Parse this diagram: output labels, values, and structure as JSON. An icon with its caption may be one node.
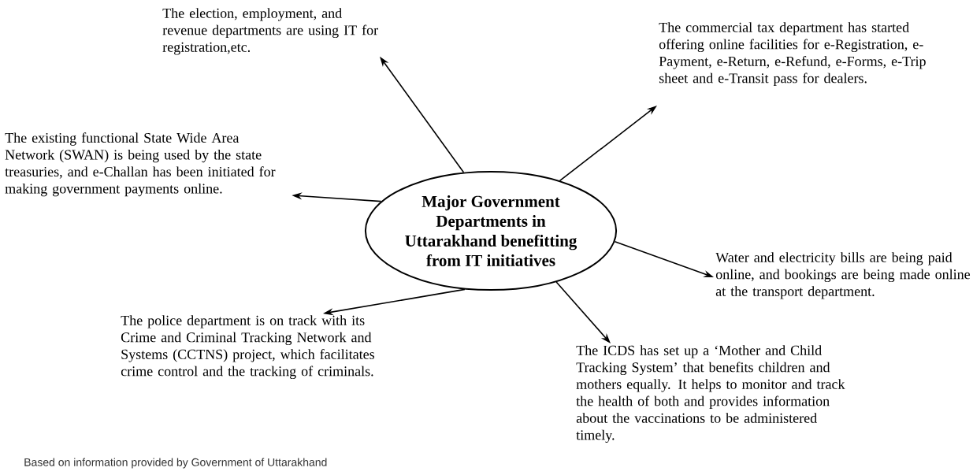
{
  "diagram": {
    "nodes": [
      {
        "text": [
          "Major Government Departments in Uttarakhand benefitting from IT initiatives"
        ]
      },
      {
        "text": [
          "The election, employment, and revenue departments are using IT for registration,etc."
        ]
      },
      {
        "text": [
          "The commercial tax department has started offering online facilities for e-Registration, e-Payment, e-Return, e-Refund, e-Forms, e-Trip sheet and e-Transit pass for dealers."
        ]
      },
      {
        "text": [
          "The existing functional State Wide Area Network (SWAN) is being used by the state treasuries, and e-Challan has been initiated for making government payments online."
        ]
      },
      {
        "text": [
          "Water and electricity bills are being paid online, and bookings are being made online at the transport department."
        ]
      },
      {
        "text": [
          "The police department is on track with its Crime and Criminal Tracking Network and Systems (CCTNS) project, which facilitates crime control and the tracking of criminals."
        ]
      },
      {
        "text": [
          "The ICDS has set up a ‘Mother and Child Tracking System’ that benefits children and mothers equally. It helps to monitor and track the health of both and provides information about the vaccinations to be administered timely."
        ]
      }
    ],
    "edges": [
      {
        "from": 0,
        "to": 1,
        "arrow": "to"
      },
      {
        "from": 0,
        "to": 2,
        "arrow": "to"
      },
      {
        "from": 0,
        "to": 3,
        "arrow": "to"
      },
      {
        "from": 0,
        "to": 4,
        "arrow": "to"
      },
      {
        "from": 0,
        "to": 5,
        "arrow": "to"
      },
      {
        "from": 0,
        "to": 6,
        "arrow": "to"
      }
    ],
    "labels": [
      "Based on information provided by Government of Uttarakhand"
    ]
  }
}
